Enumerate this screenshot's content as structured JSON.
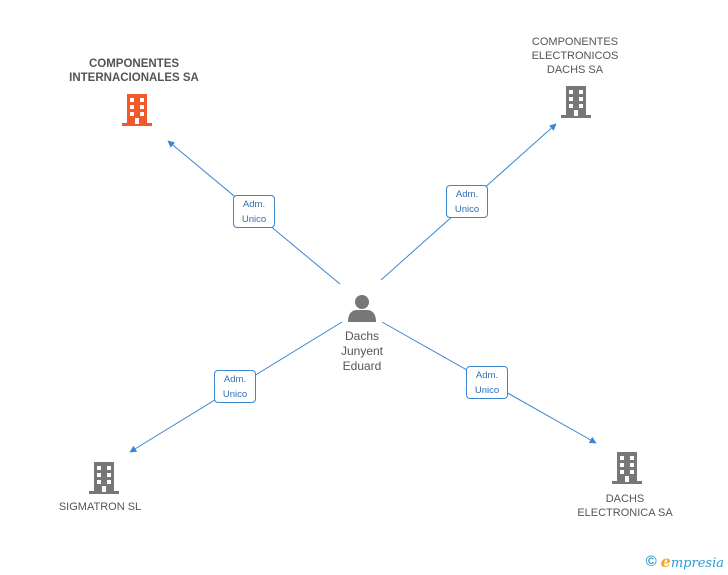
{
  "center": {
    "name": "Dachs\nJunyent\nEduard",
    "icon": "person-icon"
  },
  "companies": [
    {
      "id": "ci",
      "name": "COMPONENTES\nINTERNACIONALES SA",
      "highlight": true,
      "icon": "building-icon",
      "role": "Adm.\nUnico"
    },
    {
      "id": "ced",
      "name": "COMPONENTES\nELECTRONICOS\nDACHS SA",
      "highlight": false,
      "icon": "building-icon",
      "role": "Adm.\nUnico"
    },
    {
      "id": "sig",
      "name": "SIGMATRON SL",
      "highlight": false,
      "icon": "building-icon",
      "role": "Adm.\nUnico"
    },
    {
      "id": "de",
      "name": "DACHS\nELECTRONICA SA",
      "highlight": false,
      "icon": "building-icon",
      "role": "Adm.\nUnico"
    }
  ],
  "colors": {
    "edge": "#3b86d2",
    "highlight": "#f0592a",
    "building": "#777777",
    "person": "#777777"
  },
  "footer": {
    "copyright": "©",
    "brand_initial": "e",
    "brand_rest": "mpresia"
  }
}
